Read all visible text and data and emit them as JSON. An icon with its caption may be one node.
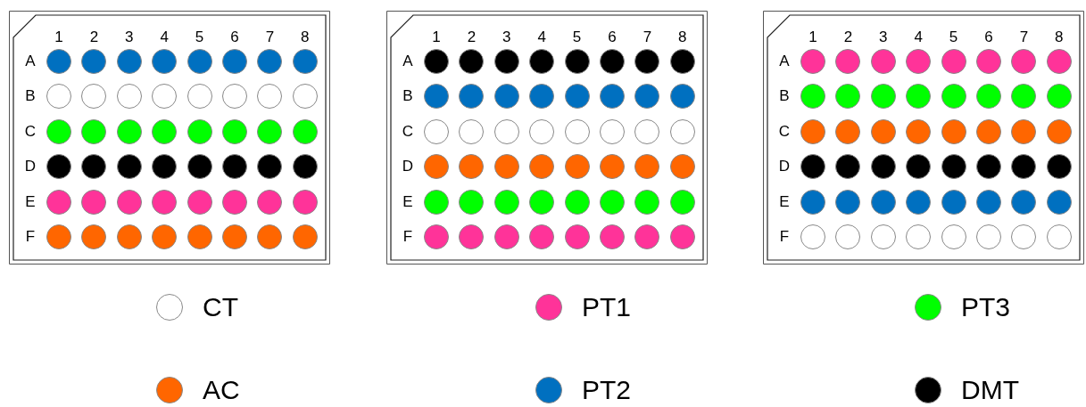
{
  "diagram": {
    "nodes": [
      {
        "text": [
          "1",
          "2",
          "3",
          "4",
          "5",
          "6",
          "7",
          "8",
          "A",
          "B",
          "C",
          "D",
          "E",
          "F"
        ]
      },
      {
        "text": [
          "1",
          "2",
          "3",
          "4",
          "5",
          "6",
          "7",
          "8",
          "A",
          "B",
          "C",
          "D",
          "E",
          "F"
        ]
      },
      {
        "text": [
          "1",
          "2",
          "3",
          "4",
          "5",
          "6",
          "7",
          "8",
          "A",
          "B",
          "C",
          "D",
          "E",
          "F"
        ]
      }
    ],
    "legend": [
      {
        "text": "CT",
        "color": "#ffffff"
      },
      {
        "text": "PT1",
        "color": "#ff3399"
      },
      {
        "text": "PT3",
        "color": "#00ff00"
      },
      {
        "text": "AC",
        "color": "#ff6600"
      },
      {
        "text": "PT2",
        "color": "#0070c0"
      },
      {
        "text": "DMT",
        "color": "#000000"
      }
    ]
  }
}
